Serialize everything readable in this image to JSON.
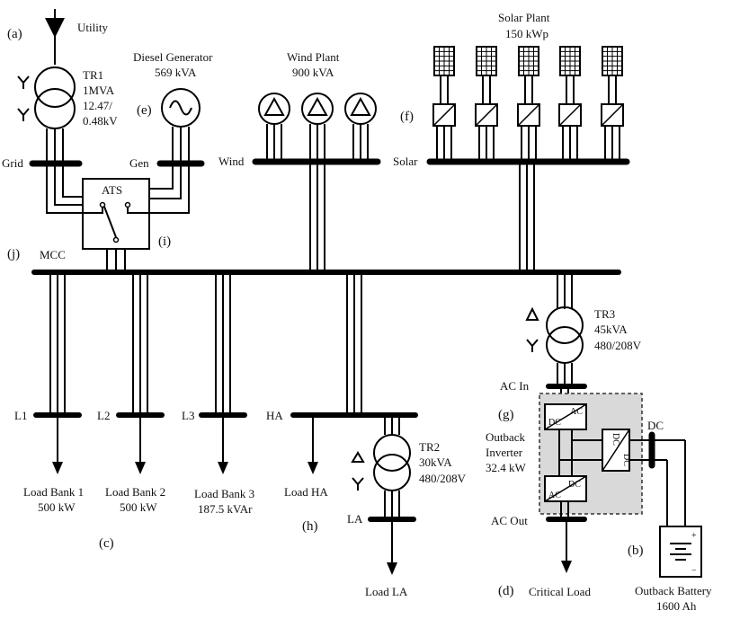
{
  "labels": {
    "utility": "Utility",
    "tr1_name": "TR1",
    "tr1_rating": "1MVA",
    "tr1_v1": "12.47/",
    "tr1_v2": "0.48kV",
    "diesel_name": "Diesel Generator",
    "diesel_rating": "569 kVA",
    "wind_name": "Wind Plant",
    "wind_rating": "900 kVA",
    "solar_name": "Solar Plant",
    "solar_rating": "150 kWp",
    "grid": "Grid",
    "gen": "Gen",
    "wind": "Wind",
    "solar": "Solar",
    "ats": "ATS",
    "mcc": "MCC",
    "tr3_name": "TR3",
    "tr3_rating": "45kVA",
    "tr3_volt": "480/208V",
    "ac_in": "AC In",
    "l1": "L1",
    "l2": "L2",
    "l3": "L3",
    "ha": "HA",
    "la": "LA",
    "dc": "DC",
    "inv_l1": "Outback",
    "inv_l2": "Inverter",
    "inv_l3": "32.4 kW",
    "ac_out": "AC Out",
    "tr2_name": "TR2",
    "tr2_rating": "30kVA",
    "tr2_volt": "480/208V",
    "lb1_name": "Load Bank 1",
    "lb1_rating": "500 kW",
    "lb2_name": "Load Bank 2",
    "lb2_rating": "500 kW",
    "lb3_name": "Load Bank 3",
    "lb3_rating": "187.5 kVAr",
    "load_ha": "Load HA",
    "load_la": "Load LA",
    "critical_load": "Critical Load",
    "battery_name": "Outback Battery",
    "battery_rating": "1600 Ah",
    "conv_ac": "AC",
    "conv_dc": "DC",
    "plus": "+",
    "minus": "−"
  },
  "tags": {
    "a": "(a)",
    "b": "(b)",
    "c": "(c)",
    "d": "(d)",
    "e": "(e)",
    "f": "(f)",
    "g": "(g)",
    "h": "(h)",
    "i": "(i)",
    "j": "(j)"
  }
}
